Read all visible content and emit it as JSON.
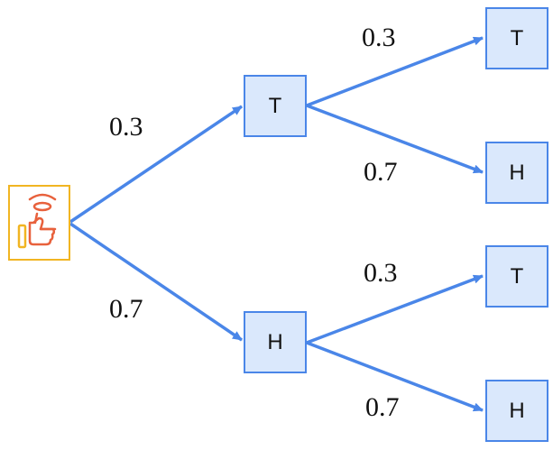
{
  "diagram": {
    "root": {
      "icon": "hand-flipping-coin-icon"
    },
    "level1": [
      {
        "label": "T",
        "prob": "0.3"
      },
      {
        "label": "H",
        "prob": "0.7"
      }
    ],
    "level2": [
      {
        "label": "T",
        "prob": "0.3"
      },
      {
        "label": "H",
        "prob": "0.7"
      },
      {
        "label": "T",
        "prob": "0.3"
      },
      {
        "label": "H",
        "prob": "0.7"
      }
    ]
  },
  "colors": {
    "edge": "#4a86e8",
    "node_fill": "#dae8fc",
    "node_border": "#4a86e8",
    "root_border": "#f1b522",
    "icon_stroke": "#e8613c"
  }
}
